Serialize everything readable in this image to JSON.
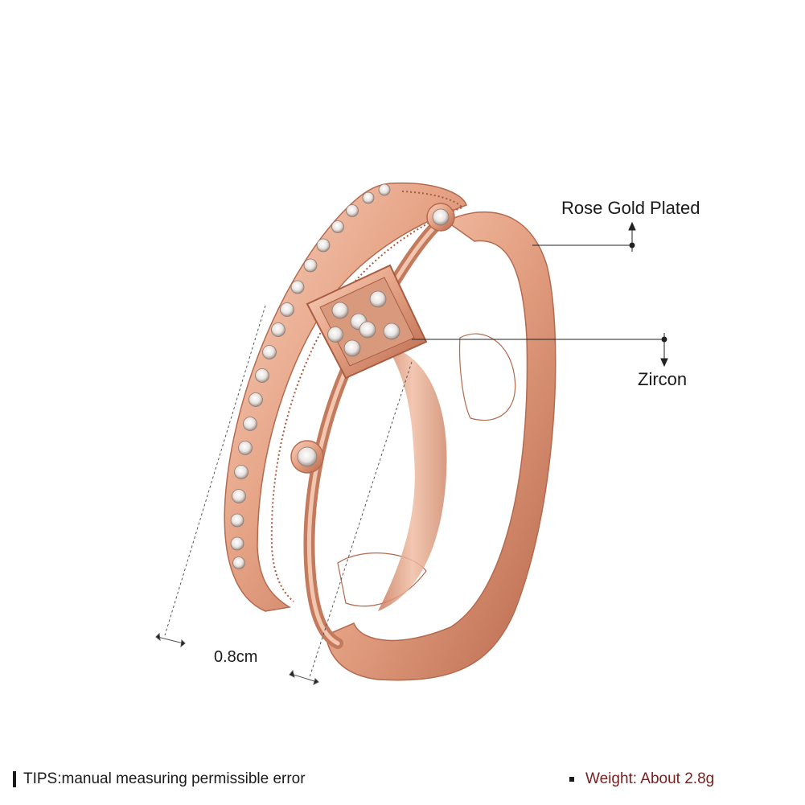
{
  "annotations": {
    "material_label": "Rose Gold Plated",
    "stone_label": "Zircon",
    "width_label": "0.8cm"
  },
  "footer": {
    "tips": "TIPS:manual measuring permissible error",
    "weight": "Weight: About 2.8g"
  },
  "colors": {
    "rose_gold": "#e8a98c",
    "rose_gold_dark": "#b86a4e",
    "weight_text": "#7a2020"
  }
}
